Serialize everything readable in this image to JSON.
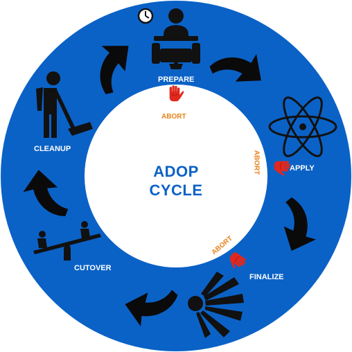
{
  "title": {
    "line1": "ADOP",
    "line2": "CYCLE"
  },
  "stages": {
    "prepare": "PREPARE",
    "apply": "APPLY",
    "finalize": "FINALIZE",
    "cutover": "CUTOVER",
    "cleanup": "CLEANUP"
  },
  "abort_labels": {
    "prepare": "ABORT",
    "apply": "ABORT",
    "finalize": "ABORT"
  },
  "colors": {
    "ring": "#0b62c6",
    "title": "#0b62c6",
    "abort_text": "#e8821a",
    "hand": "#e0281e",
    "icon": "#111111"
  },
  "icons": [
    "clock-icon",
    "person-at-desk-icon",
    "atom-icon",
    "sunburst-icon",
    "seesaw-icon",
    "person-shoveling-icon",
    "curved-arrow-icon",
    "stop-hand-icon"
  ]
}
